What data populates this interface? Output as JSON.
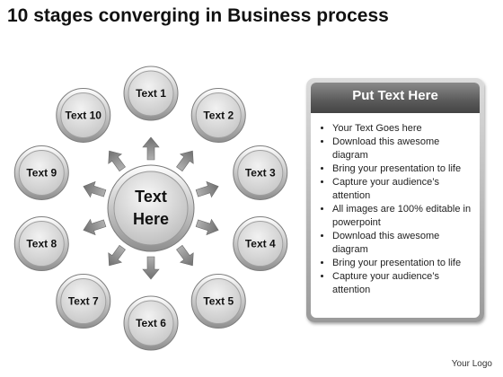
{
  "title": "10 stages converging in Business process",
  "hub": {
    "line1": "Text",
    "line2": "Here"
  },
  "stages": [
    {
      "label": "Text 1"
    },
    {
      "label": "Text 2"
    },
    {
      "label": "Text 3"
    },
    {
      "label": "Text 4"
    },
    {
      "label": "Text 5"
    },
    {
      "label": "Text 6"
    },
    {
      "label": "Text 7"
    },
    {
      "label": "Text 8"
    },
    {
      "label": "Text 9"
    },
    {
      "label": "Text 10"
    }
  ],
  "panel": {
    "heading": "Put Text Here",
    "bullets": [
      "Your Text Goes here",
      "Download this awesome diagram",
      "Bring your presentation to life",
      "Capture your audience’s attention",
      "All images are 100% editable in powerpoint",
      "Download this awesome diagram",
      "Bring your presentation to life",
      "Capture your audience’s attention"
    ]
  },
  "footer": {
    "logo_text": "Your Logo"
  },
  "colors": {
    "node_fill": "#d4d4d4",
    "node_ring": "#a8a8a8",
    "arrow": "#8c8c8c",
    "panel_header": "#5a5a5a",
    "text": "#111111"
  }
}
